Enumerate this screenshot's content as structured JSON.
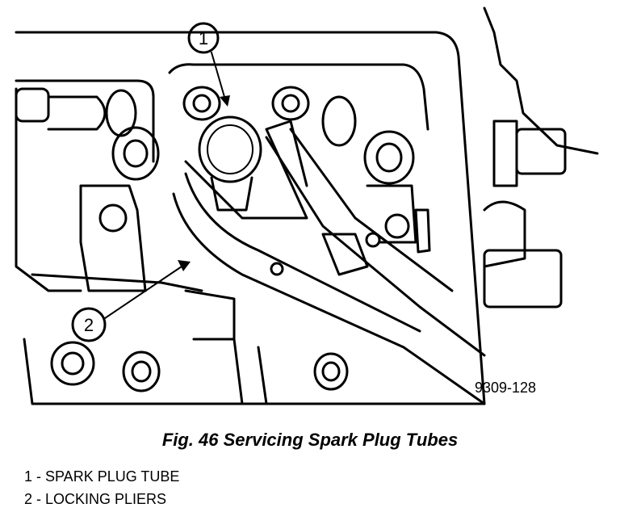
{
  "figure": {
    "code": "9309-128",
    "callouts": [
      {
        "number": "1"
      },
      {
        "number": "2"
      }
    ]
  },
  "caption": "Fig. 46 Servicing Spark Plug Tubes",
  "legend": [
    {
      "text": "1 - SPARK PLUG TUBE"
    },
    {
      "text": "2 - LOCKING PLIERS"
    }
  ]
}
